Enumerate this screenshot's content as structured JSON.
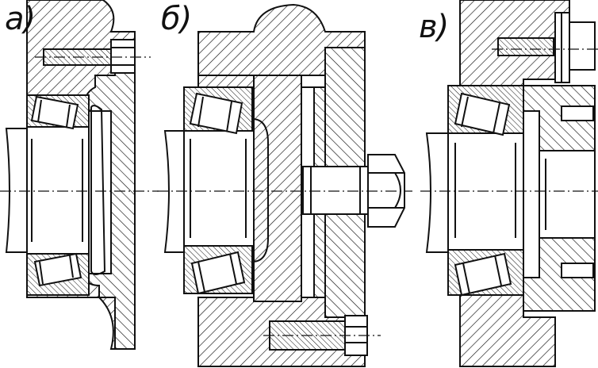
{
  "figure": {
    "panels": [
      {
        "id": "a",
        "label": "а)"
      },
      {
        "id": "b",
        "label": "б)"
      },
      {
        "id": "v",
        "label": "в)"
      }
    ],
    "colors": {
      "ink": "#111111",
      "paper": "#ffffff"
    }
  }
}
